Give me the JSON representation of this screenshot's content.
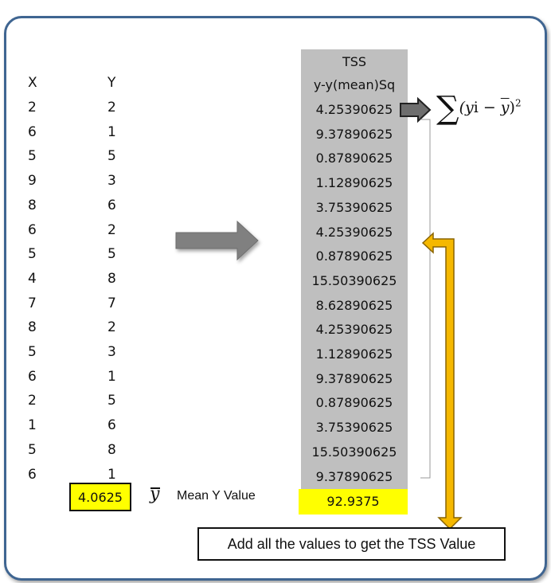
{
  "table_left": {
    "x_header": "X",
    "y_header": "Y",
    "x_values": [
      "2",
      "6",
      "5",
      "9",
      "8",
      "6",
      "5",
      "4",
      "7",
      "8",
      "5",
      "6",
      "2",
      "1",
      "5",
      "6"
    ],
    "y_values": [
      "2",
      "1",
      "5",
      "3",
      "6",
      "2",
      "5",
      "8",
      "7",
      "2",
      "3",
      "1",
      "5",
      "6",
      "8",
      "1"
    ]
  },
  "mean": {
    "value": "4.0625",
    "symbol": "y",
    "label": "Mean Y Value"
  },
  "tss_table": {
    "title": "TSS",
    "header": "y-y(mean)Sq",
    "values": [
      "4.25390625",
      "9.37890625",
      "0.87890625",
      "1.12890625",
      "3.75390625",
      "4.25390625",
      "0.87890625",
      "15.50390625",
      "8.62890625",
      "4.25390625",
      "1.12890625",
      "9.37890625",
      "0.87890625",
      "3.75390625",
      "15.50390625",
      "9.37890625"
    ],
    "total": "92.9375"
  },
  "formula": {
    "sigma": "∑",
    "open": "(y",
    "i": "i",
    "minus": " − ",
    "ybar": "y",
    "close": ")",
    "exp": "2"
  },
  "note": {
    "text": "Add all the values to get the TSS Value"
  },
  "colors": {
    "frame_border": "#3f6591",
    "tss_column": "#bfbfbf",
    "highlight": "#ffff00",
    "big_arrow": "#808080",
    "orange_arrow": "#f5b800"
  }
}
